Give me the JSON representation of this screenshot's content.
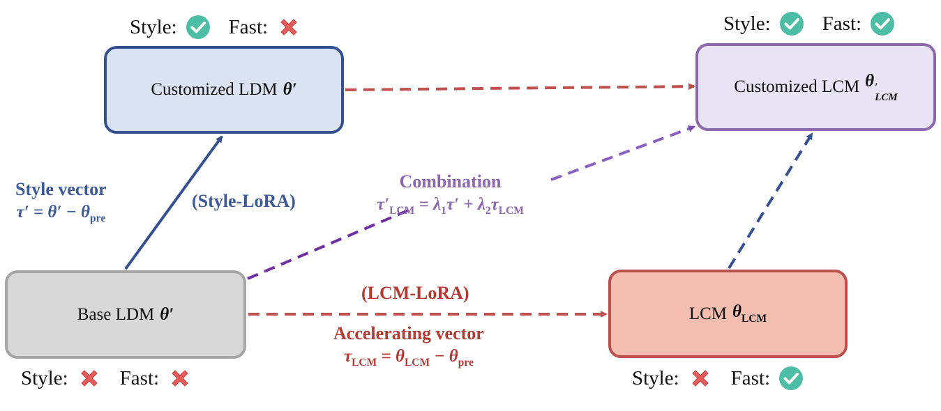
{
  "boxes": {
    "customized_ldm": {
      "label": "Customized LDM",
      "symbol": "θ",
      "prime": "′"
    },
    "customized_lcm": {
      "label": "Customized LCM",
      "symbol": "θ",
      "prime": "′",
      "subscript": "LCM"
    },
    "base_ldm": {
      "label": "Base LDM",
      "symbol": "θ",
      "prime": "′"
    },
    "lcm": {
      "label": "LCM",
      "symbol": "θ",
      "subscript": "LCM"
    }
  },
  "status": {
    "style_label": "Style:",
    "fast_label": "Fast:",
    "customized_ldm": {
      "style": "check",
      "fast": "cross"
    },
    "customized_lcm": {
      "style": "check",
      "fast": "check"
    },
    "base_ldm": {
      "style": "cross",
      "fast": "cross"
    },
    "lcm": {
      "style": "cross",
      "fast": "check"
    }
  },
  "labels": {
    "style_vector_title": "Style vector",
    "style_vector_eq": [
      "τ′ = θ′ − θ",
      "pre"
    ],
    "style_lora": "(Style-LoRA)",
    "combination_title": "Combination",
    "combination_eq": {
      "lhs": "τ′",
      "lhs_sub": "LCM",
      "rhs_a": "= λ",
      "a_sub": "1",
      "rhs_b": "τ′ + λ",
      "b_sub": "2",
      "rhs_c": "τ",
      "c_sub": "LCM"
    },
    "lcm_lora": "(LCM-LoRA)",
    "accel_title": "Accelerating vector",
    "accel_eq": {
      "lhs": "τ",
      "lhs_sub": "LCM",
      "mid": "= θ",
      "mid_sub": "LCM",
      "rhs": "− θ",
      "rhs_sub": "pre"
    }
  },
  "colors": {
    "blue": "#35508e",
    "purple": "#8c68ac",
    "red": "#bd5150",
    "check": "#4dbda5",
    "cross": "#e35d5d"
  },
  "icons": {
    "check": "check-icon",
    "cross": "cross-icon"
  }
}
